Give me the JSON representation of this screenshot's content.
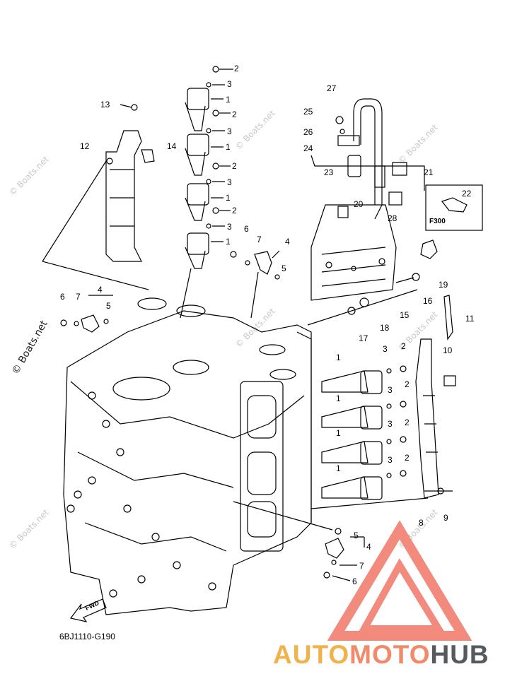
{
  "diagram": {
    "code": "6BJ1110-G190",
    "variant_box_label": "F300",
    "fwd_label": "FWD",
    "callouts": [
      {
        "id": "c2a",
        "text": "2"
      },
      {
        "id": "c3a",
        "text": "3"
      },
      {
        "id": "c1a",
        "text": "1"
      },
      {
        "id": "c2b",
        "text": "2"
      },
      {
        "id": "c3b",
        "text": "3"
      },
      {
        "id": "c1b",
        "text": "1"
      },
      {
        "id": "c2c",
        "text": "2"
      },
      {
        "id": "c3c",
        "text": "3"
      },
      {
        "id": "c1c",
        "text": "1"
      },
      {
        "id": "c2d",
        "text": "2"
      },
      {
        "id": "c3d",
        "text": "3"
      },
      {
        "id": "c1d",
        "text": "1"
      },
      {
        "id": "c13",
        "text": "13"
      },
      {
        "id": "c12",
        "text": "12"
      },
      {
        "id": "c14",
        "text": "14"
      },
      {
        "id": "c6a",
        "text": "6"
      },
      {
        "id": "c7a",
        "text": "7"
      },
      {
        "id": "c4a",
        "text": "4"
      },
      {
        "id": "c5a",
        "text": "5"
      },
      {
        "id": "c6b",
        "text": "6"
      },
      {
        "id": "c7b",
        "text": "7"
      },
      {
        "id": "c4b",
        "text": "4"
      },
      {
        "id": "c5b",
        "text": "5"
      },
      {
        "id": "c27",
        "text": "27"
      },
      {
        "id": "c25",
        "text": "25"
      },
      {
        "id": "c26",
        "text": "26"
      },
      {
        "id": "c24",
        "text": "24"
      },
      {
        "id": "c23",
        "text": "23"
      },
      {
        "id": "c21",
        "text": "21"
      },
      {
        "id": "c22",
        "text": "22"
      },
      {
        "id": "c20",
        "text": "20"
      },
      {
        "id": "c28",
        "text": "28"
      },
      {
        "id": "c19",
        "text": "19"
      },
      {
        "id": "c16",
        "text": "16"
      },
      {
        "id": "c15",
        "text": "15"
      },
      {
        "id": "c18",
        "text": "18"
      },
      {
        "id": "c17",
        "text": "17"
      },
      {
        "id": "c11",
        "text": "11"
      },
      {
        "id": "c10",
        "text": "10"
      },
      {
        "id": "c3e",
        "text": "3"
      },
      {
        "id": "c2e",
        "text": "2"
      },
      {
        "id": "c1e",
        "text": "1"
      },
      {
        "id": "c3f",
        "text": "3"
      },
      {
        "id": "c2f",
        "text": "2"
      },
      {
        "id": "c1f",
        "text": "1"
      },
      {
        "id": "c3g",
        "text": "3"
      },
      {
        "id": "c2g",
        "text": "2"
      },
      {
        "id": "c1g",
        "text": "1"
      },
      {
        "id": "c3h",
        "text": "3"
      },
      {
        "id": "c2h",
        "text": "2"
      },
      {
        "id": "c1h",
        "text": "1"
      },
      {
        "id": "c8",
        "text": "8"
      },
      {
        "id": "c9",
        "text": "9"
      },
      {
        "id": "c5c",
        "text": "5"
      },
      {
        "id": "c4c",
        "text": "4"
      },
      {
        "id": "c7c",
        "text": "7"
      },
      {
        "id": "c6c",
        "text": "6"
      }
    ]
  },
  "watermark": {
    "text": "© Boats.net",
    "side_text": "© Boats.net"
  },
  "brand": {
    "part1": "AUTO",
    "part2": "MOTO",
    "part3": "HUB",
    "colors": {
      "auto": "#f0b24a",
      "moto": "#f08a6a",
      "hub": "#555a5e",
      "triangle": "#f28b7e"
    }
  }
}
